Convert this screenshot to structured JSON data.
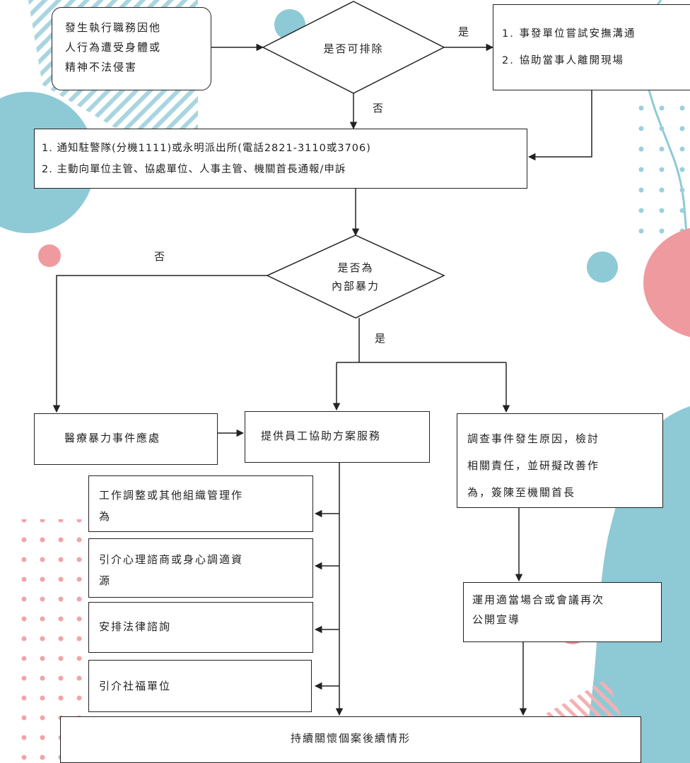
{
  "colors": {
    "teal": "#8ec9d6",
    "pink": "#ef9a9e",
    "line": "#222222"
  },
  "nodes": {
    "start": {
      "lines": [
        "發生執行職務因他",
        "人行為遭受身體或",
        "精神不法侵害"
      ]
    },
    "decision1": {
      "text": "是否可排除"
    },
    "yes1": {
      "lines": [
        "1. 事發單位嘗試安撫溝通",
        "2. 協助當事人離開現場"
      ]
    },
    "notify": {
      "lines": [
        "1. 通知駐警隊(分機1111)或永明派出所(電話2821-3110或3706)",
        "2. 主動向單位主管、協處單位、人事主管、機關首長通報/申訴"
      ]
    },
    "decision2": {
      "lines": [
        "是否為",
        "內部暴力"
      ]
    },
    "medical": {
      "text": "醫療暴力事件應處"
    },
    "eap": {
      "text": "提供員工協助方案服務"
    },
    "investigate": {
      "lines": [
        "調查事件發生原因，檢討",
        "相關責任，並研擬改善作",
        "為，簽陳至機關首長"
      ]
    },
    "adjust": {
      "lines": [
        "工作調整或其他組織管理作",
        "為"
      ]
    },
    "counsel": {
      "lines": [
        "引介心理諮商或身心調適資",
        "源"
      ]
    },
    "legal": {
      "text": "安排法律諮詢"
    },
    "social": {
      "text": "引介社福單位"
    },
    "publicize": {
      "lines": [
        "運用適當場合或會議再次",
        "公開宣導"
      ]
    },
    "followup": {
      "text": "持續關懷個案後續情形"
    }
  },
  "edge_labels": {
    "yes1": "是",
    "no1": "否",
    "no2": "否",
    "yes2": "是"
  }
}
